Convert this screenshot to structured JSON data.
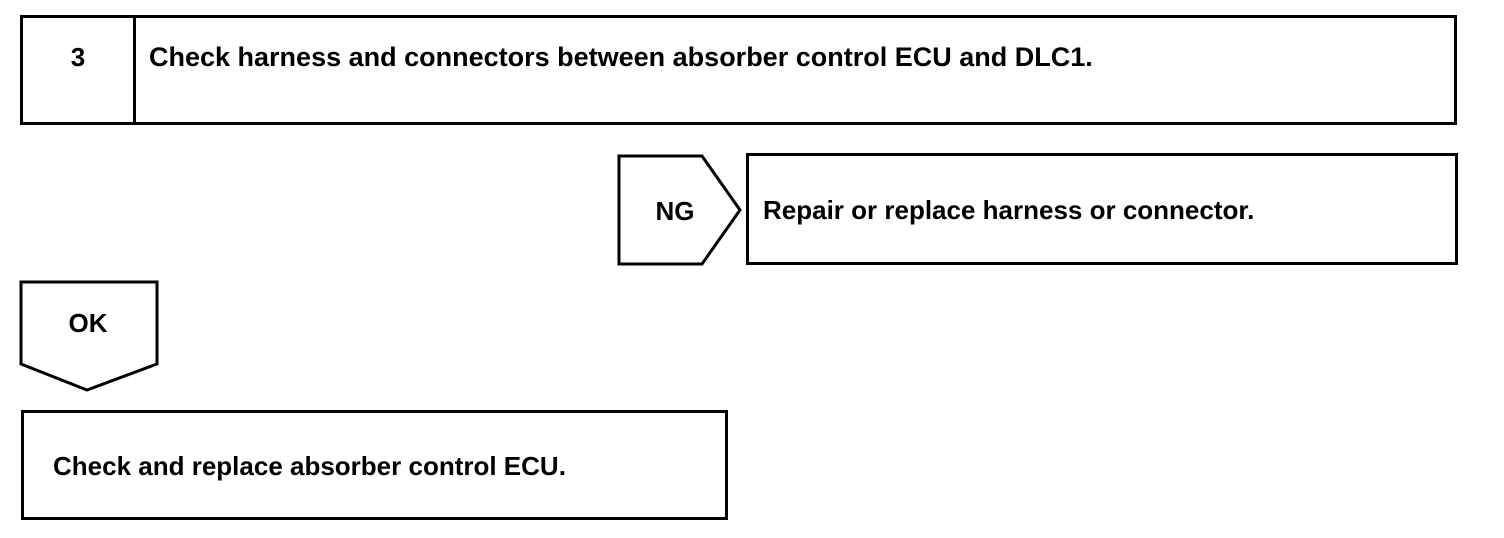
{
  "step": {
    "number": "3",
    "title": "Check harness and connectors between absorber control ECU and DLC1."
  },
  "ng_branch": {
    "label": "NG",
    "action": "Repair or replace harness or connector."
  },
  "ok_branch": {
    "label": "OK",
    "action": "Check and replace absorber control ECU."
  }
}
